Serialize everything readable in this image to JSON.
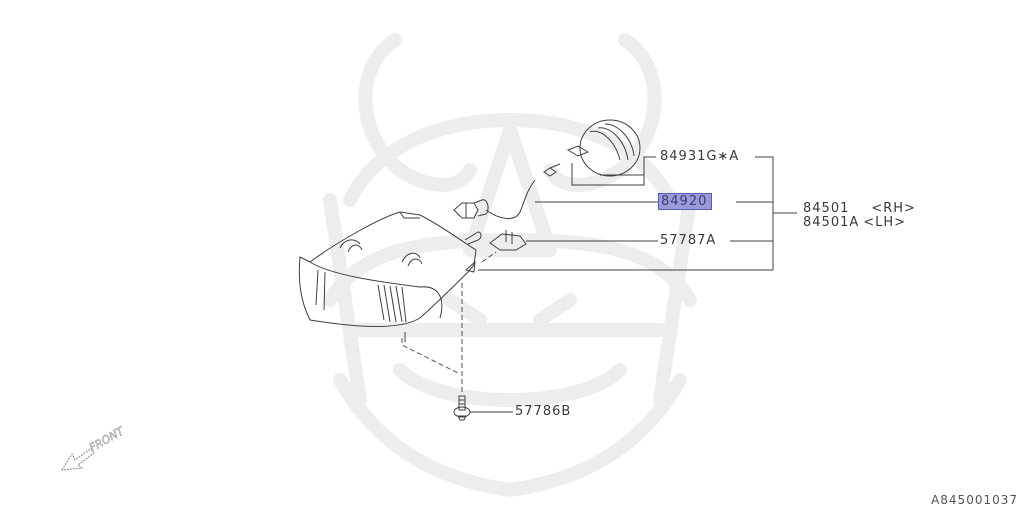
{
  "diagram": {
    "id_code": "A845001037",
    "colors": {
      "line": "#404040",
      "watermark": "#ececec",
      "highlight_fill": "#9a9ad8",
      "highlight_border": "#5a5ab8"
    },
    "callouts": [
      {
        "part_number": "84931G∗A",
        "component": "bulb-socket",
        "highlighted": false
      },
      {
        "part_number": "84920",
        "component": "bulb",
        "highlighted": true
      },
      {
        "part_number": "57787A",
        "component": "clip",
        "highlighted": false
      },
      {
        "part_number": "57786B",
        "component": "bolt",
        "highlighted": false
      }
    ],
    "assembly": {
      "rh": {
        "part_number": "84501",
        "side": "<RH>"
      },
      "lh": {
        "part_number": "84501A",
        "side": "<LH>"
      }
    },
    "direction_indicator": {
      "label": "FRONT",
      "icon": "arrow-left-down-icon"
    }
  }
}
